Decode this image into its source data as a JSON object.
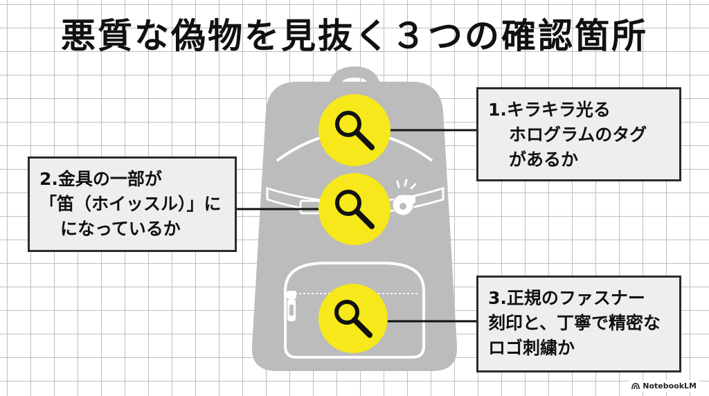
{
  "title": "悪質な偽物を見抜く３つの確認箇所",
  "callouts": [
    {
      "number": "1.",
      "lines": [
        "キラキラ光る",
        "ホログラムのタグ",
        "があるか"
      ]
    },
    {
      "number": "2.",
      "lines": [
        "金具の一部が",
        "「笛（ホイッスル）」に",
        "になっているか"
      ]
    },
    {
      "number": "3.",
      "lines": [
        "正規のファスナー",
        "刻印と、丁寧で精密な",
        "ロゴ刺繍か"
      ]
    }
  ],
  "colors": {
    "backpack": "#bcbcbc",
    "backpack_outline": "#ffffff",
    "magnifier_badge": "#f6e81a",
    "connector": "#111111",
    "callout_fill": "#eeeeee",
    "callout_border": "#2a2a2a"
  },
  "icons": {
    "backpack": "backpack-icon",
    "badge": "magnifier-icon",
    "whistle": "whistle-icon",
    "zipper": "zipper-pull-icon",
    "brand": "notebooklm-logo-icon"
  },
  "brand": {
    "label": "NotebookLM"
  }
}
